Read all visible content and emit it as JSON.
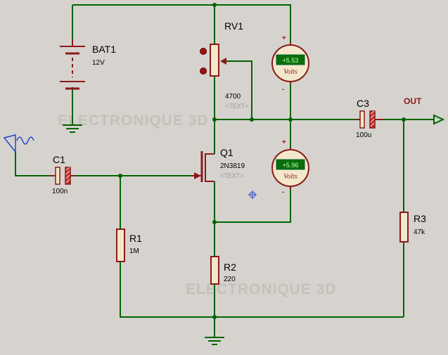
{
  "watermarks": [
    "ELECTRONIQUE 3D",
    "ELECTRONIQUE 3D"
  ],
  "components": {
    "bat1": {
      "ref": "BAT1",
      "value": "12V"
    },
    "rv1": {
      "ref": "RV1",
      "value": "4700",
      "text": "<TEXT>"
    },
    "c1": {
      "ref": "C1",
      "value": "100n"
    },
    "q1": {
      "ref": "Q1",
      "value": "2N3819",
      "text": "<TEXT>"
    },
    "r1": {
      "ref": "R1",
      "value": "1M"
    },
    "r2": {
      "ref": "R2",
      "value": "220"
    },
    "c3": {
      "ref": "C3",
      "value": "100u"
    },
    "r3": {
      "ref": "R3",
      "value": "47k"
    }
  },
  "voltmeters": [
    {
      "reading": "+5.53",
      "unit": "Volts",
      "plus": "+",
      "minus": "-"
    },
    {
      "reading": "+5.96",
      "unit": "Volts",
      "plus": "+",
      "minus": "-"
    }
  ],
  "output_label": "OUT",
  "colors": {
    "wire": "#006400",
    "component": "#8b1a1a",
    "background": "#d6d3ce",
    "meter_display": "#0a6e0a"
  },
  "icons": [
    "ac-source-icon",
    "ground-icon",
    "output-terminal-icon",
    "cursor-crosshair-icon"
  ]
}
